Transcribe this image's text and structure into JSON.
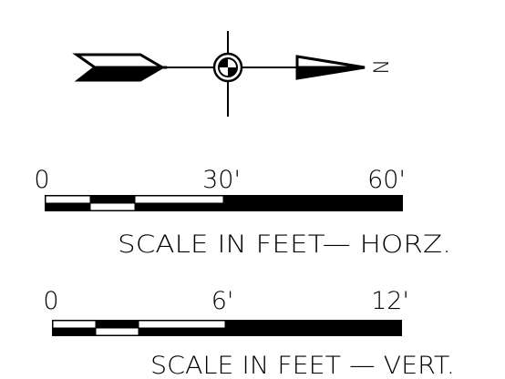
{
  "north_arrow": {
    "label": "N"
  },
  "horizontal_scale": {
    "labels": [
      "0",
      "30'",
      "60'"
    ],
    "caption": "SCALE IN FEET— HORZ."
  },
  "vertical_scale": {
    "labels": [
      "0",
      "6'",
      "12'"
    ],
    "caption": "SCALE IN FEET — VERT."
  },
  "colors": {
    "ink": "#000000",
    "paper": "#ffffff"
  }
}
